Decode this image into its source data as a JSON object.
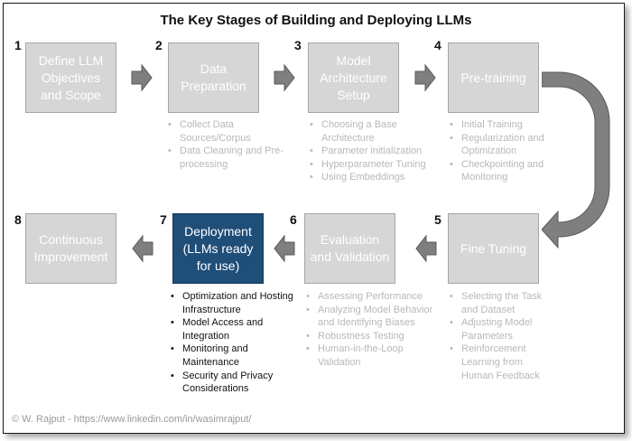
{
  "title": "The Key Stages of Building and Deploying LLMs",
  "stages": [
    {
      "number": "1",
      "label": "Define LLM Objectives and Scope",
      "bullets": []
    },
    {
      "number": "2",
      "label": "Data Preparation",
      "bullets": [
        "Collect Data Sources/Corpus",
        "Data Cleaning and Pre-processing"
      ]
    },
    {
      "number": "3",
      "label": "Model Architecture Setup",
      "bullets": [
        "Choosing a Base Architecture",
        "Parameter initialization",
        "Hyperparameter Tuning",
        "Using Embeddings"
      ]
    },
    {
      "number": "4",
      "label": "Pre-training",
      "bullets": [
        "Initial Training",
        "Regularization and Optimization",
        "Checkpointing and Monitoring"
      ]
    },
    {
      "number": "5",
      "label": "Fine Tuning",
      "bullets": [
        "Selecting the Task and Dataset",
        "Adjusting Model Parameters",
        "Reinforcement Learning from Human Feedback"
      ]
    },
    {
      "number": "6",
      "label": "Evaluation and Validation",
      "bullets": [
        "Assessing Performance",
        "Analyzing Model Behavior and Identifying Biases",
        "Robustness Testing",
        "Human-in-the-Loop Validation"
      ]
    },
    {
      "number": "7",
      "label": "Deployment (LLMs ready for use)",
      "bullets": [
        "Optimization and Hosting Infrastructure",
        "Model Access and Integration",
        "Monitoring and Maintenance",
        "Security and Privacy Considerations"
      ]
    },
    {
      "number": "8",
      "label": "Continuous Improvement",
      "bullets": []
    }
  ],
  "highlight_stage": "7",
  "footer": "© W. Rajput  - https://www.linkedin.com/in/wasimrajput/",
  "colors": {
    "box_fill": "#d6d6d6",
    "box_active_fill": "#1f4e79",
    "arrow_fill": "#7f7f7f",
    "muted_text": "#b8b8b8"
  }
}
